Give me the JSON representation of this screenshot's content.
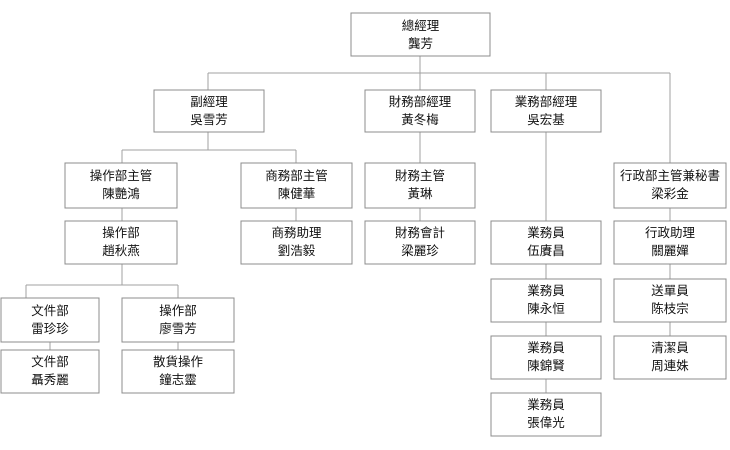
{
  "org_chart": {
    "nodes": {
      "ceo": {
        "title": "總經理",
        "name": "龔芳"
      },
      "deputy": {
        "title": "副經理",
        "name": "吳雪芳"
      },
      "finance_mgr": {
        "title": "財務部經理",
        "name": "黃冬梅"
      },
      "sales_mgr": {
        "title": "業務部經理",
        "name": "吳宏基"
      },
      "admin_mgr": {
        "title": "行政部主管兼秘書",
        "name": "梁彩金"
      },
      "ops_head": {
        "title": "操作部主管",
        "name": "陳艷鴻"
      },
      "biz_head": {
        "title": "商務部主管",
        "name": "陳健華"
      },
      "fin_head": {
        "title": "財務主管",
        "name": "黃琳"
      },
      "ops_staff": {
        "title": "操作部",
        "name": "趙秋燕"
      },
      "biz_assist": {
        "title": "商務助理",
        "name": "劉浩毅"
      },
      "accountant": {
        "title": "財務會計",
        "name": "梁麗珍"
      },
      "sales1": {
        "title": "業務員",
        "name": "伍賡昌"
      },
      "sales2": {
        "title": "業務員",
        "name": "陳永恒"
      },
      "sales3": {
        "title": "業務員",
        "name": "陳錦賢"
      },
      "sales4": {
        "title": "業務員",
        "name": "張偉光"
      },
      "admin_assist": {
        "title": "行政助理",
        "name": "關麗嬋"
      },
      "courier": {
        "title": "送單員",
        "name": "陈枝宗"
      },
      "cleaner": {
        "title": "清潔員",
        "name": "周連姝"
      },
      "doc1": {
        "title": "文件部",
        "name": "雷珍珍"
      },
      "doc2": {
        "title": "文件部",
        "name": "聶秀麗"
      },
      "ops2": {
        "title": "操作部",
        "name": "廖雪芳"
      },
      "bulk": {
        "title": "散貨操作",
        "name": "鐘志靈"
      }
    }
  }
}
